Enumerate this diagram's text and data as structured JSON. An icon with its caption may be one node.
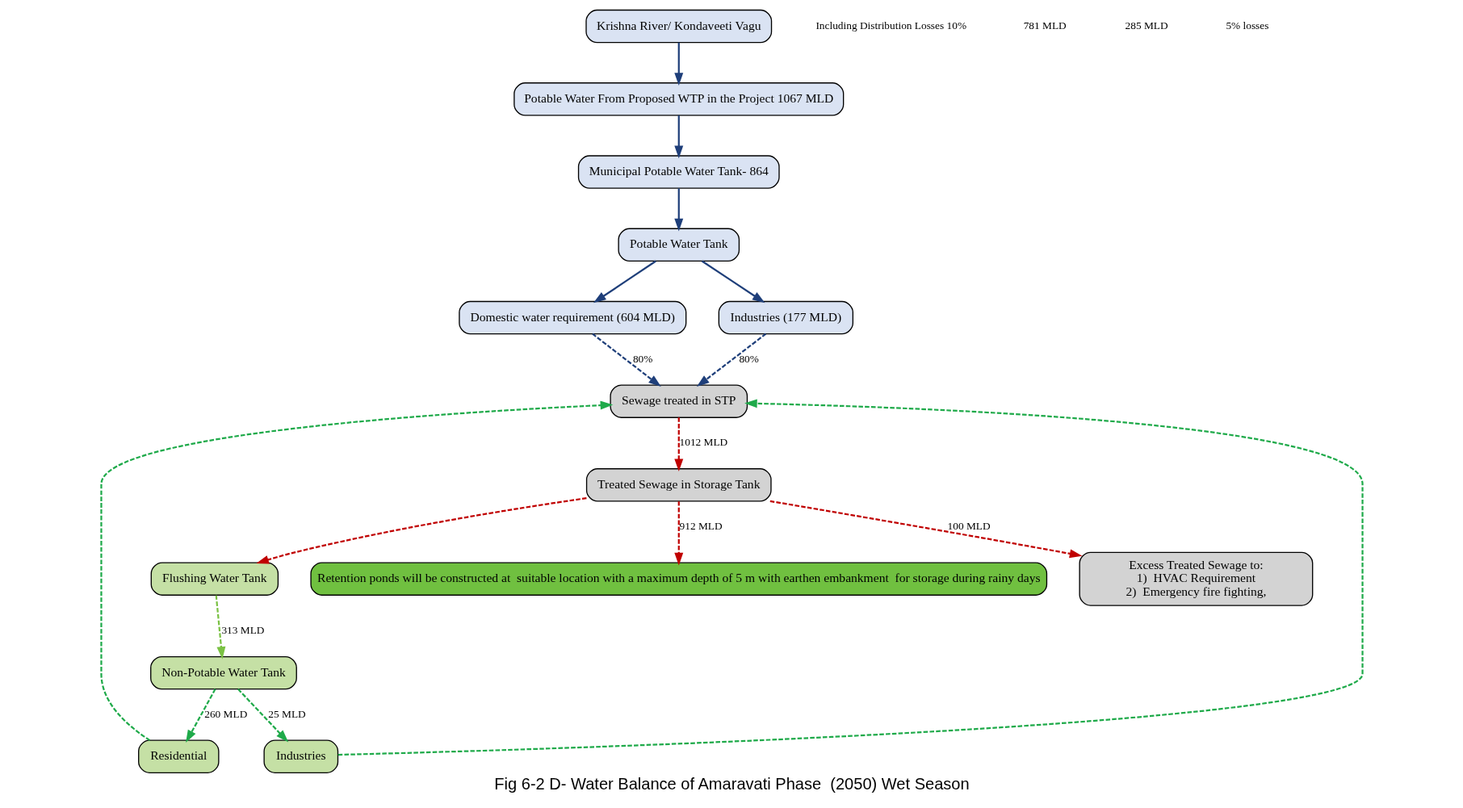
{
  "diagram": {
    "caption": "Fig 6-2 D- Water Balance of Amaravati Phase  (2050) Wet Season",
    "nodes": [
      {
        "text": [
          "Krishna River/ Kondaveeti Vagu"
        ]
      },
      {
        "text": [
          "Potable Water From Proposed WTP in the Project 1067 MLD"
        ]
      },
      {
        "text": [
          "Municipal Potable Water Tank- 864"
        ]
      },
      {
        "text": [
          "Flushing Water Tank"
        ]
      },
      {
        "text": [
          "Potable Water Tank"
        ]
      },
      {
        "text": [
          "Non-Potable Water Tank"
        ]
      },
      {
        "text": [
          "Domestic water requirement (604 MLD)"
        ]
      },
      {
        "text": [
          "Residential"
        ]
      },
      {
        "text": [
          "Sewage treated in STP"
        ]
      },
      {
        "text": [
          "Industries (177 MLD)"
        ]
      },
      {
        "text": [
          "Industries"
        ]
      },
      {
        "text": [
          "Treated Sewage in Storage Tank"
        ]
      },
      {
        "text": [
          "Retention ponds will be constructed at  suitable location with a maximum depth of 5 m with earthen embankment  for storage during rainy days"
        ]
      },
      {
        "text": [
          "Excess Treated Sewage to:",
          "1)  HVAC Requirement",
          "2)  Emergency fire fighting,"
        ]
      }
    ],
    "edges": [
      {
        "from": 0,
        "to": 1,
        "arrow": "to"
      },
      {
        "from": 1,
        "to": 2,
        "arrow": "to"
      },
      {
        "from": 2,
        "to": 4,
        "arrow": "to"
      },
      {
        "from": 4,
        "to": 6,
        "arrow": "to"
      },
      {
        "from": 4,
        "to": 9,
        "arrow": "to"
      },
      {
        "from": 6,
        "to": 8,
        "arrow": "to",
        "label": "80%",
        "style": "dashed"
      },
      {
        "from": 9,
        "to": 8,
        "arrow": "to",
        "label": "80%",
        "style": "dashed"
      },
      {
        "from": 3,
        "to": 5,
        "arrow": "to",
        "label": "313 MLD",
        "style": "dashed",
        "color": "#7ac143"
      },
      {
        "from": 5,
        "to": 7,
        "arrow": "to",
        "label": "260 MLD",
        "style": "dashed",
        "color": "#1faa4a"
      },
      {
        "from": 5,
        "to": 10,
        "arrow": "to",
        "label": "25 MLD",
        "style": "dashed",
        "color": "#1faa4a"
      },
      {
        "from": 7,
        "to": 8,
        "arrow": "to",
        "style": "dashed",
        "color": "#1faa4a"
      },
      {
        "from": 10,
        "to": 8,
        "arrow": "to",
        "style": "dashed",
        "color": "#1faa4a"
      },
      {
        "from": 8,
        "to": 11,
        "arrow": "to",
        "label": "1012 MLD",
        "style": "dashed",
        "color": "#c00000"
      },
      {
        "from": 11,
        "to": 3,
        "arrow": "to",
        "style": "dashed",
        "color": "#c00000"
      },
      {
        "from": 11,
        "to": 12,
        "arrow": "to",
        "label": "912 MLD",
        "style": "dashed",
        "color": "#c00000"
      },
      {
        "from": 11,
        "to": 13,
        "arrow": "to",
        "label": "100 MLD",
        "style": "dashed",
        "color": "#c00000"
      }
    ],
    "labels": [
      "Including Distribution Losses 10%",
      "781 MLD",
      "285 MLD",
      "5% losses"
    ]
  }
}
